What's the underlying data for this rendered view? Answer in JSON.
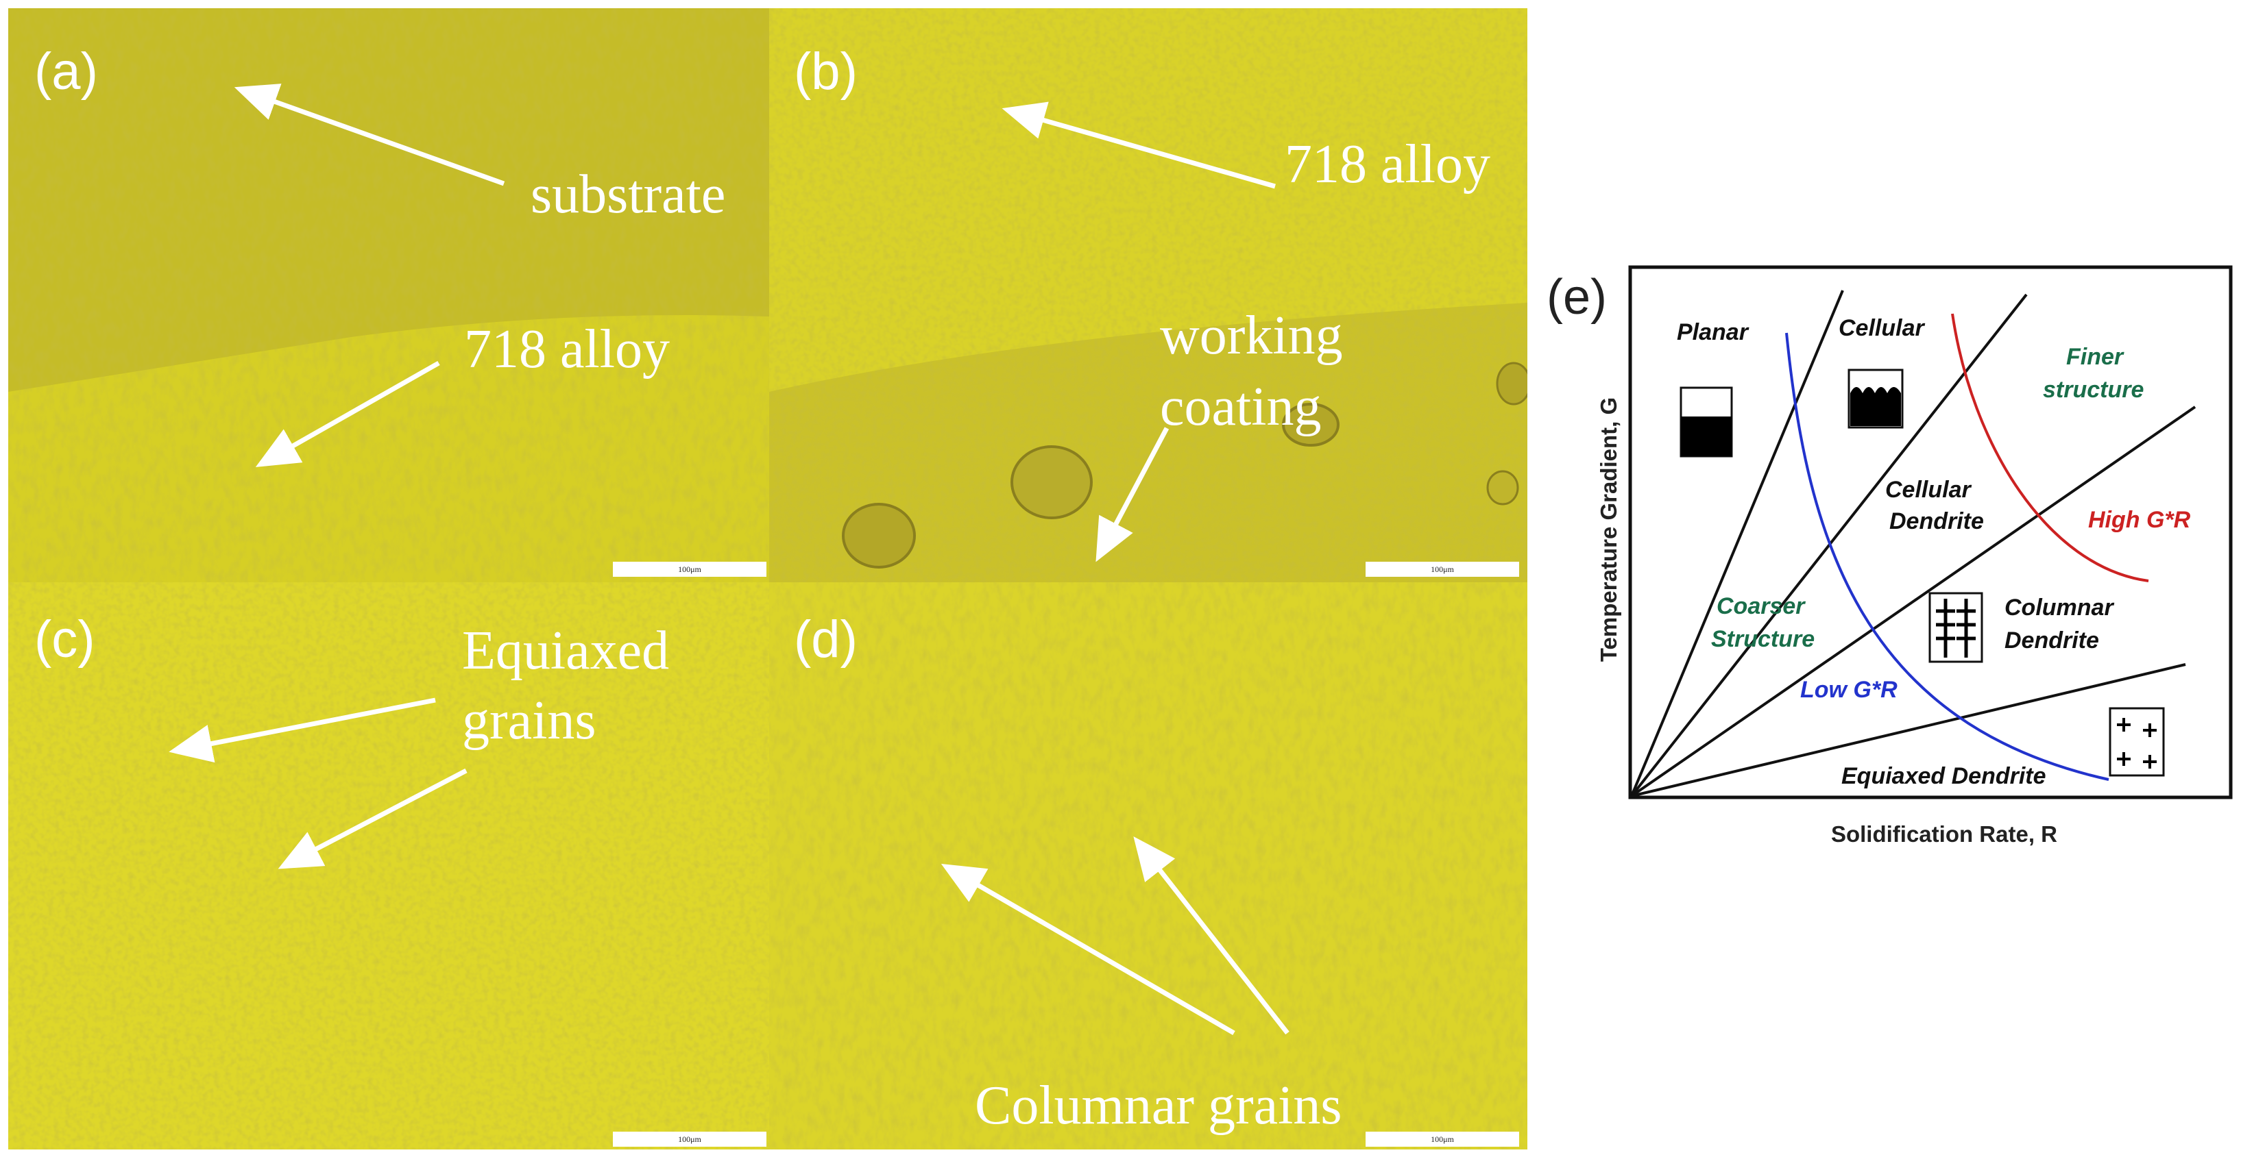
{
  "panels": {
    "a": {
      "label": "(a)",
      "ann1": "substrate",
      "ann2": "718 alloy",
      "scale": "100μm"
    },
    "b": {
      "label": "(b)",
      "ann1": "718 alloy",
      "ann2a": "working",
      "ann2b": "coating",
      "scale": "100μm"
    },
    "c": {
      "label": "(c)",
      "ann1a": "Equiaxed",
      "ann1b": "grains",
      "scale": "100μm"
    },
    "d": {
      "label": "(d)",
      "ann1": "Columnar grains",
      "scale": "100μm"
    }
  },
  "diagram": {
    "label": "(e)",
    "ylabel": "Temperature Gradient, G",
    "xlabel": "Solidification Rate, R",
    "regions": {
      "planar": "Planar",
      "cellular": "Cellular",
      "cellular_dendrite_1": "Cellular",
      "cellular_dendrite_2": "Dendrite",
      "columnar_dendrite_1": "Columnar",
      "columnar_dendrite_2": "Dendrite",
      "equiaxed_dendrite": "Equiaxed Dendrite"
    },
    "finer_1": "Finer",
    "finer_2": "structure",
    "coarser_1": "Coarser",
    "coarser_2": "Structure",
    "high_gr": "High G*R",
    "low_gr": "Low G*R",
    "colors": {
      "high": "#cc2222",
      "low": "#2233cc",
      "structure": "#1a6e4a"
    }
  }
}
